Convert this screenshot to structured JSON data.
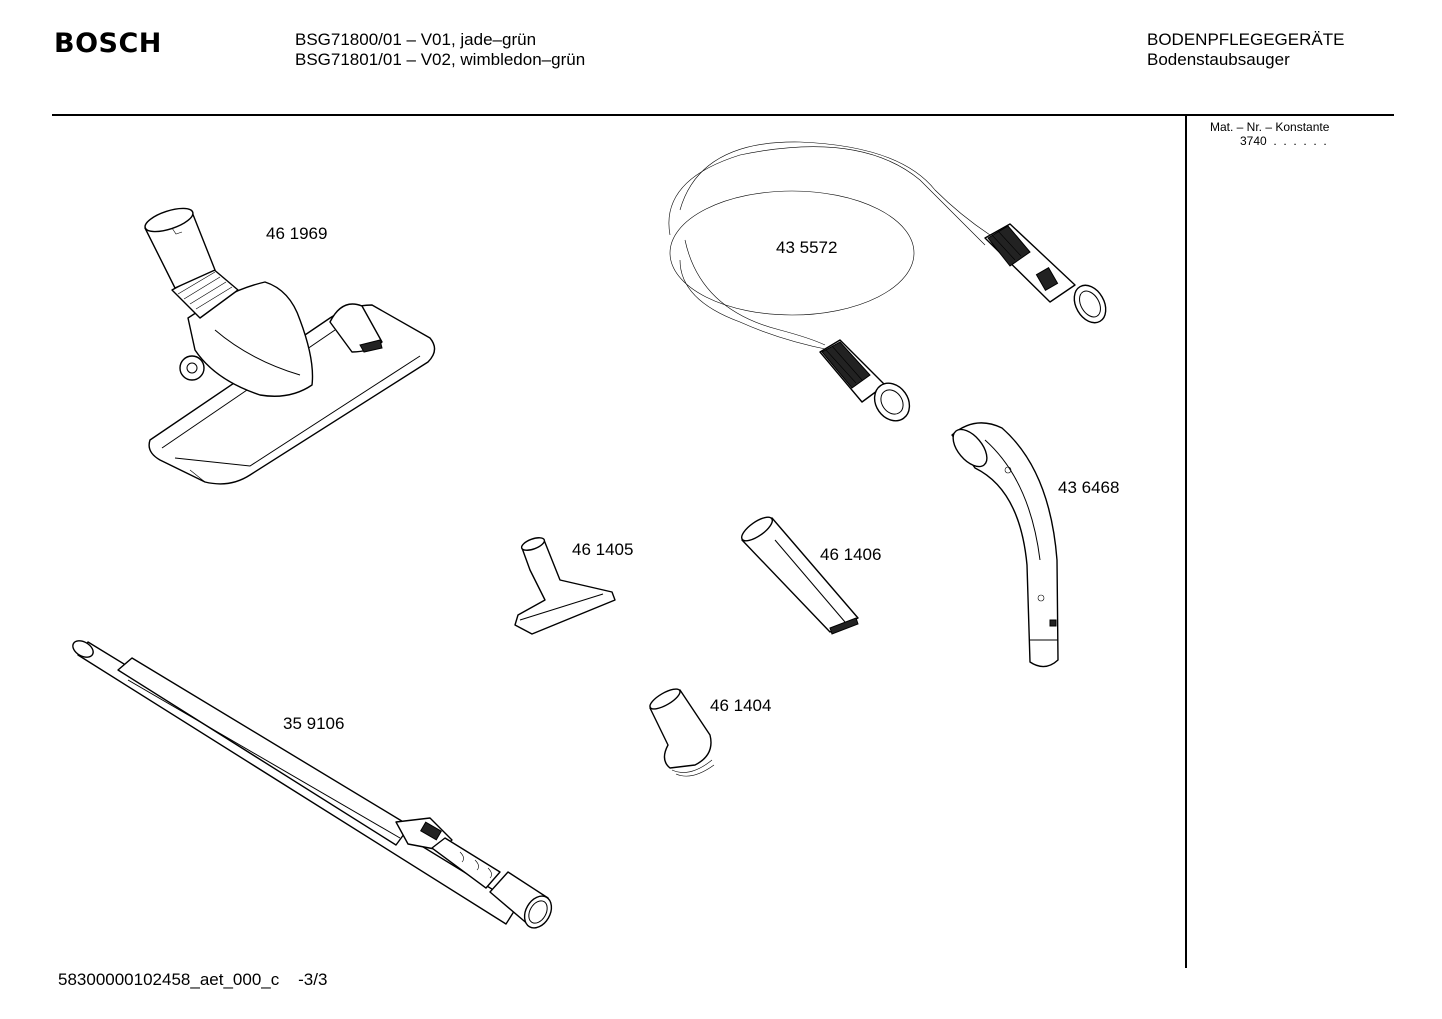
{
  "header": {
    "brand": "BOSCH",
    "models": [
      "BSG71800/01 – V01, jade–grün",
      "BSG71801/01 – V02, wimbledon–grün"
    ],
    "category": "BODENPFLEGEGERÄTE",
    "subcategory": "Bodenstaubsauger"
  },
  "material_info": {
    "heading": "Mat. – Nr. – Konstante",
    "value": "3740  .  .  .  .  .  ."
  },
  "parts": [
    {
      "id": "floor-nozzle",
      "label": "46 1969"
    },
    {
      "id": "hose",
      "label": "43 5572"
    },
    {
      "id": "handle",
      "label": "43 6468"
    },
    {
      "id": "upholstery-nozzle",
      "label": "46 1405"
    },
    {
      "id": "crevice-nozzle",
      "label": "46 1406"
    },
    {
      "id": "small-nozzle",
      "label": "46 1404"
    },
    {
      "id": "telescopic-tube",
      "label": "35 9106"
    }
  ],
  "footer": {
    "document_id": "58300000102458_aet_000_c",
    "page": "-3/3"
  }
}
